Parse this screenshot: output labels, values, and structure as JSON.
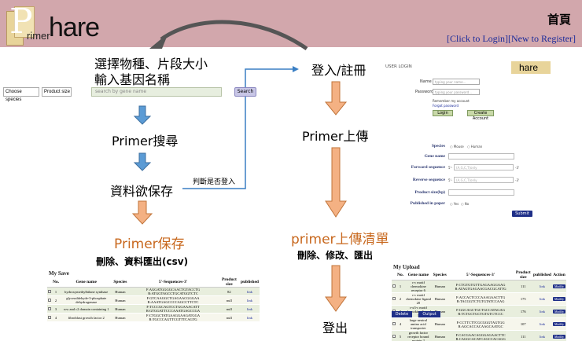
{
  "header": {
    "logo_letter": "P",
    "logo_rimer": "rimer",
    "logo_hare": "hare",
    "home": "首頁",
    "login_link": "[Click to Login]",
    "register_link": "[New to Register]"
  },
  "flow_left": {
    "step1_line1": "選擇物種、片段大小",
    "step1_line2": "輸入基因名稱",
    "step2": "Primer搜尋",
    "step3": "資料欲保存",
    "check_login": "判斷是否登入",
    "step4": "Primer保存",
    "step4_actions": "刪除、資料匯出(csv)"
  },
  "flow_right": {
    "step1": "登入/註冊",
    "step2": "Primer上傳",
    "step3": "primer上傳清單",
    "step3_actions": "刪除、修改、匯出",
    "step4": "登出"
  },
  "search": {
    "species_select": "Choose species",
    "size_select": "Product size",
    "placeholder": "search by gene name",
    "button": "Search"
  },
  "user_login": {
    "title": "USER LOGIN",
    "name_label": "Name",
    "name_placeholder": "typing your name...",
    "password_label": "Password",
    "password_placeholder": "typing your password...",
    "remember": "Remember my account",
    "forgot": "Forgot password",
    "login_button": "Login",
    "create_button": "Create Account"
  },
  "upload_form": {
    "species_label": "Species",
    "species_opt1": "Mouse",
    "species_opt2": "Human",
    "gene_label": "Gene name",
    "forward_label": "Forward sequence",
    "reverse_label": "Reverse sequence",
    "seq_prefix": "5'-",
    "seq_suffix": "-3'",
    "seq_placeholder": "(A,G,C,T)only",
    "size_label": "Product size(bp)",
    "published_label": "Published in paper",
    "yes": "Yes",
    "no": "No",
    "submit": "Submit"
  },
  "my_save": {
    "title": "My Save",
    "headers": [
      "",
      "No.",
      "Gene name",
      "Species",
      "5'-Sequences-3'",
      "Product size",
      "published"
    ],
    "rows": [
      [
        "1",
        "hydroxymethylbilane synthase",
        "Human",
        "F:AGGATGGGGCAACTGTACCTG R:ATGGTAGCCTGCATGGTCTC",
        "82",
        "link"
      ],
      [
        "2",
        "glyceraldehyde-3-phosphate dehydrogenase",
        "Human",
        "F:GTCAAGGCTGAGAACGGGAA R:AAATGAGCCCCAGCCTTCTC",
        "null",
        "link"
      ],
      [
        "3",
        "ww and c2 domain containing 1",
        "Human",
        "F:TCCCGCAGTCCTGGAAACATT R:GTGGATTCCCAAATGAGCCGA",
        "null",
        "link"
      ],
      [
        "4",
        "fibroblast growth factor 2",
        "Human",
        "F:CTGGCTATGAAGGAAGATGGA R:TGCCCAGTTCGTTTCAGTG",
        "null",
        "link"
      ]
    ]
  },
  "my_upload": {
    "title": "My Upload",
    "headers": [
      "",
      "No.",
      "Gene name",
      "Species",
      "5'-Sequences-3'",
      "Product size",
      "published",
      "Action"
    ],
    "rows": [
      [
        "1",
        "c-c motif chemokine receptor 6",
        "Human",
        "F:CTGTGTGTTGAGAAGGAAG R:ATAGTGAGAACGACGCATTG",
        "111",
        "link",
        "Modify"
      ],
      [
        "2",
        "c-c motif chemokine ligand 20",
        "Human",
        "F:ACCACTCCCAAAGAACTTG R:TACGGTCTGTGTATCCAAG",
        "175",
        "link",
        "Modify"
      ],
      [
        "3",
        "c-x3-c motif chemokine ligand 1",
        "Human",
        "F:GGCAGCTGCTGCCATAGAG R:TCTGCTGCTGTGTCTCCC",
        "176",
        "link",
        "Modify"
      ],
      [
        "4",
        "large neutral amino acid transporter",
        "Human",
        "F:CCTTCTTCGCGGGTAGTGG R:AGCACCACAAGCAATGC",
        "107",
        "link",
        "Modify"
      ],
      [
        "5",
        "growth factor receptor bound protein 2",
        "Human",
        "F:CACGAACAGGGAGAACTTC R:CAGGCACATCAGCCACAGG",
        "111",
        "link",
        "Modify"
      ]
    ],
    "delete_button": "Delete",
    "output_button": "Output"
  }
}
